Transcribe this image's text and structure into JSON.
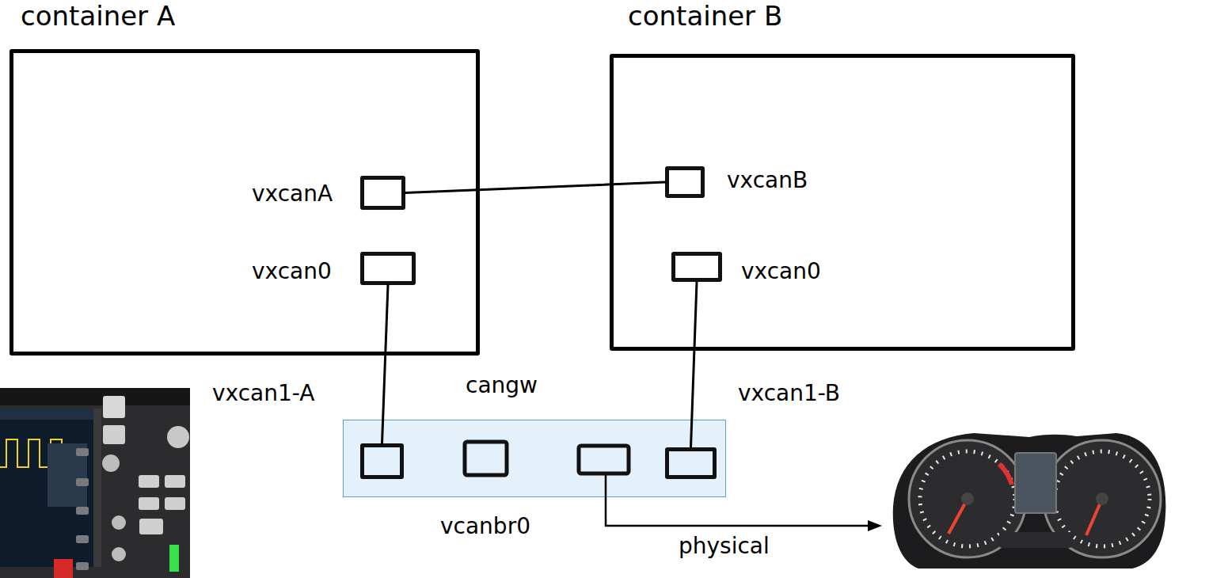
{
  "diagram": {
    "nodes": [
      {
        "text": [
          "container A"
        ]
      },
      {
        "text": [
          "vxcanA"
        ],
        "in": 0
      },
      {
        "text": [
          "vxcan0"
        ],
        "in": 0
      },
      {
        "text": [
          "container B"
        ]
      },
      {
        "text": [
          "vxcanB"
        ],
        "in": 3
      },
      {
        "text": [
          "vxcan0"
        ],
        "in": 3
      },
      {
        "text": [
          "vcanbr0"
        ]
      },
      {
        "text": [
          "vxcan1-A"
        ],
        "in": 6
      },
      {
        "text": [
          "vxcan1-B"
        ],
        "in": 6
      }
    ],
    "edges": [
      {
        "from": 1,
        "to": 4,
        "arrow": "none"
      },
      {
        "from": 2,
        "to": 7,
        "arrow": "none"
      },
      {
        "from": 5,
        "to": 8,
        "arrow": "none"
      }
    ],
    "labels": [
      "cangw",
      "physical"
    ]
  }
}
